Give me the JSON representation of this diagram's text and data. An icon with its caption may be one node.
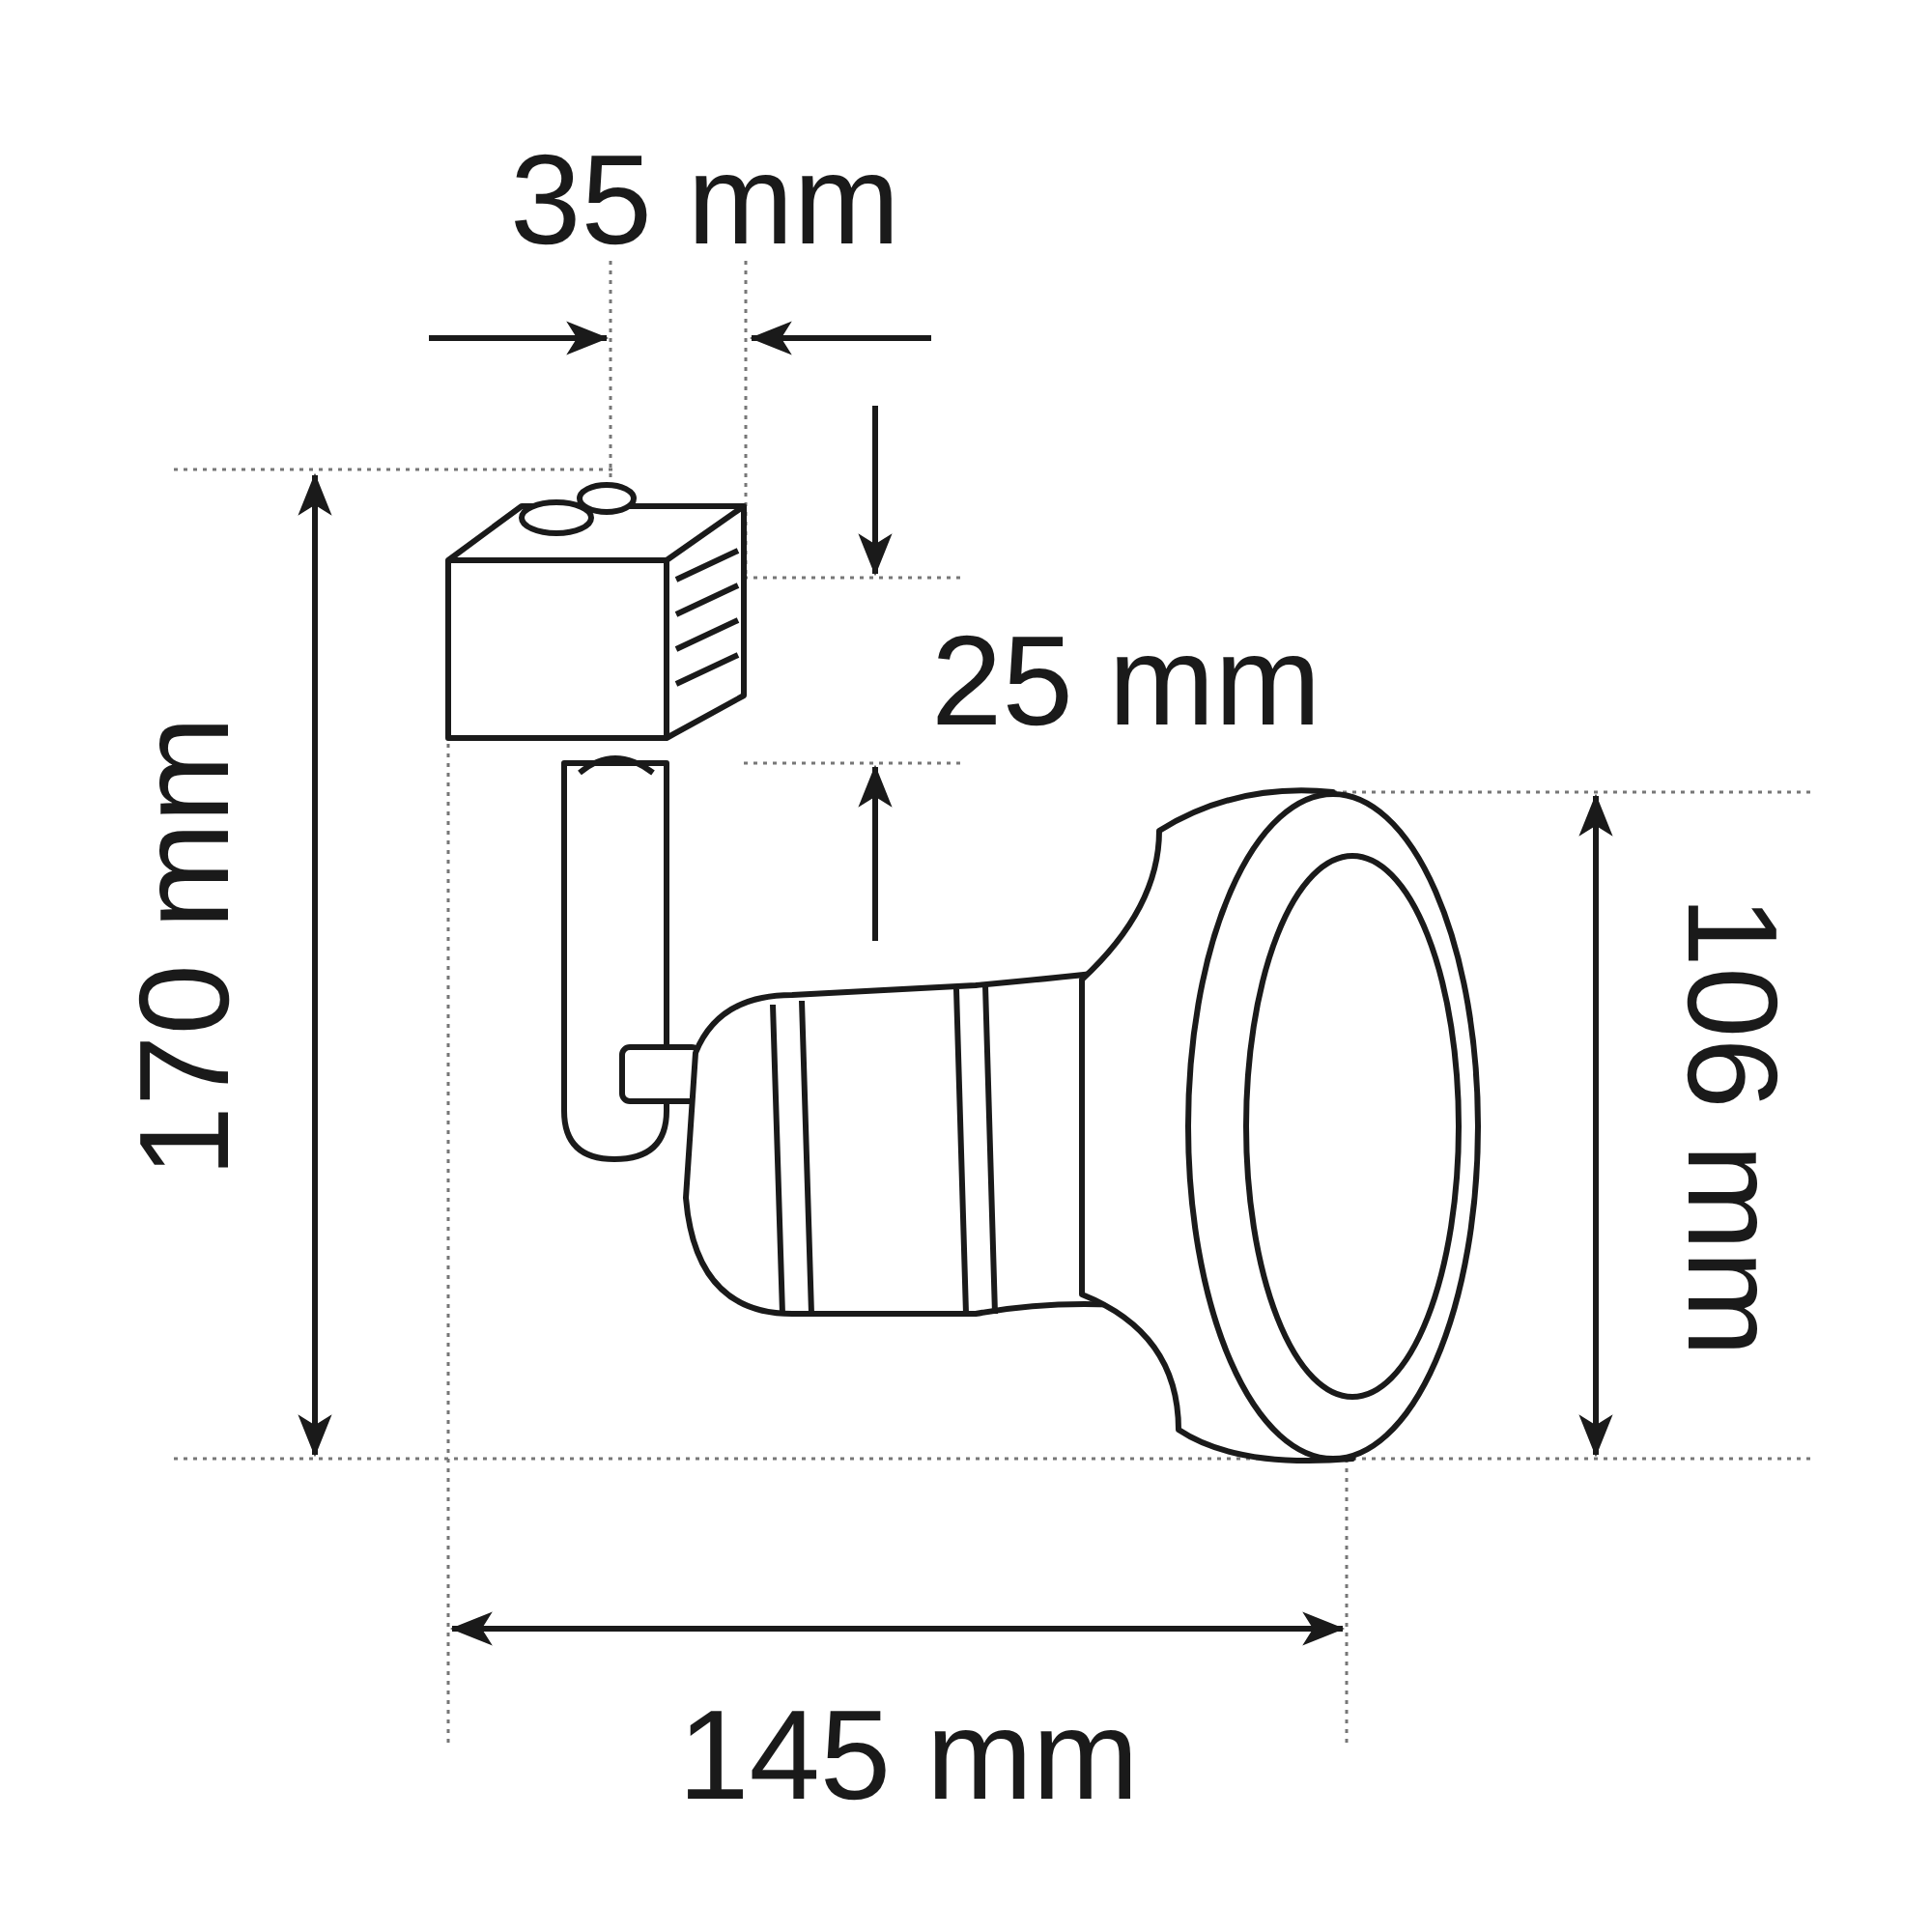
{
  "diagram": {
    "labels": [
      "35 mm",
      "25 mm",
      "170 mm",
      "106 mm",
      "145 mm"
    ]
  }
}
